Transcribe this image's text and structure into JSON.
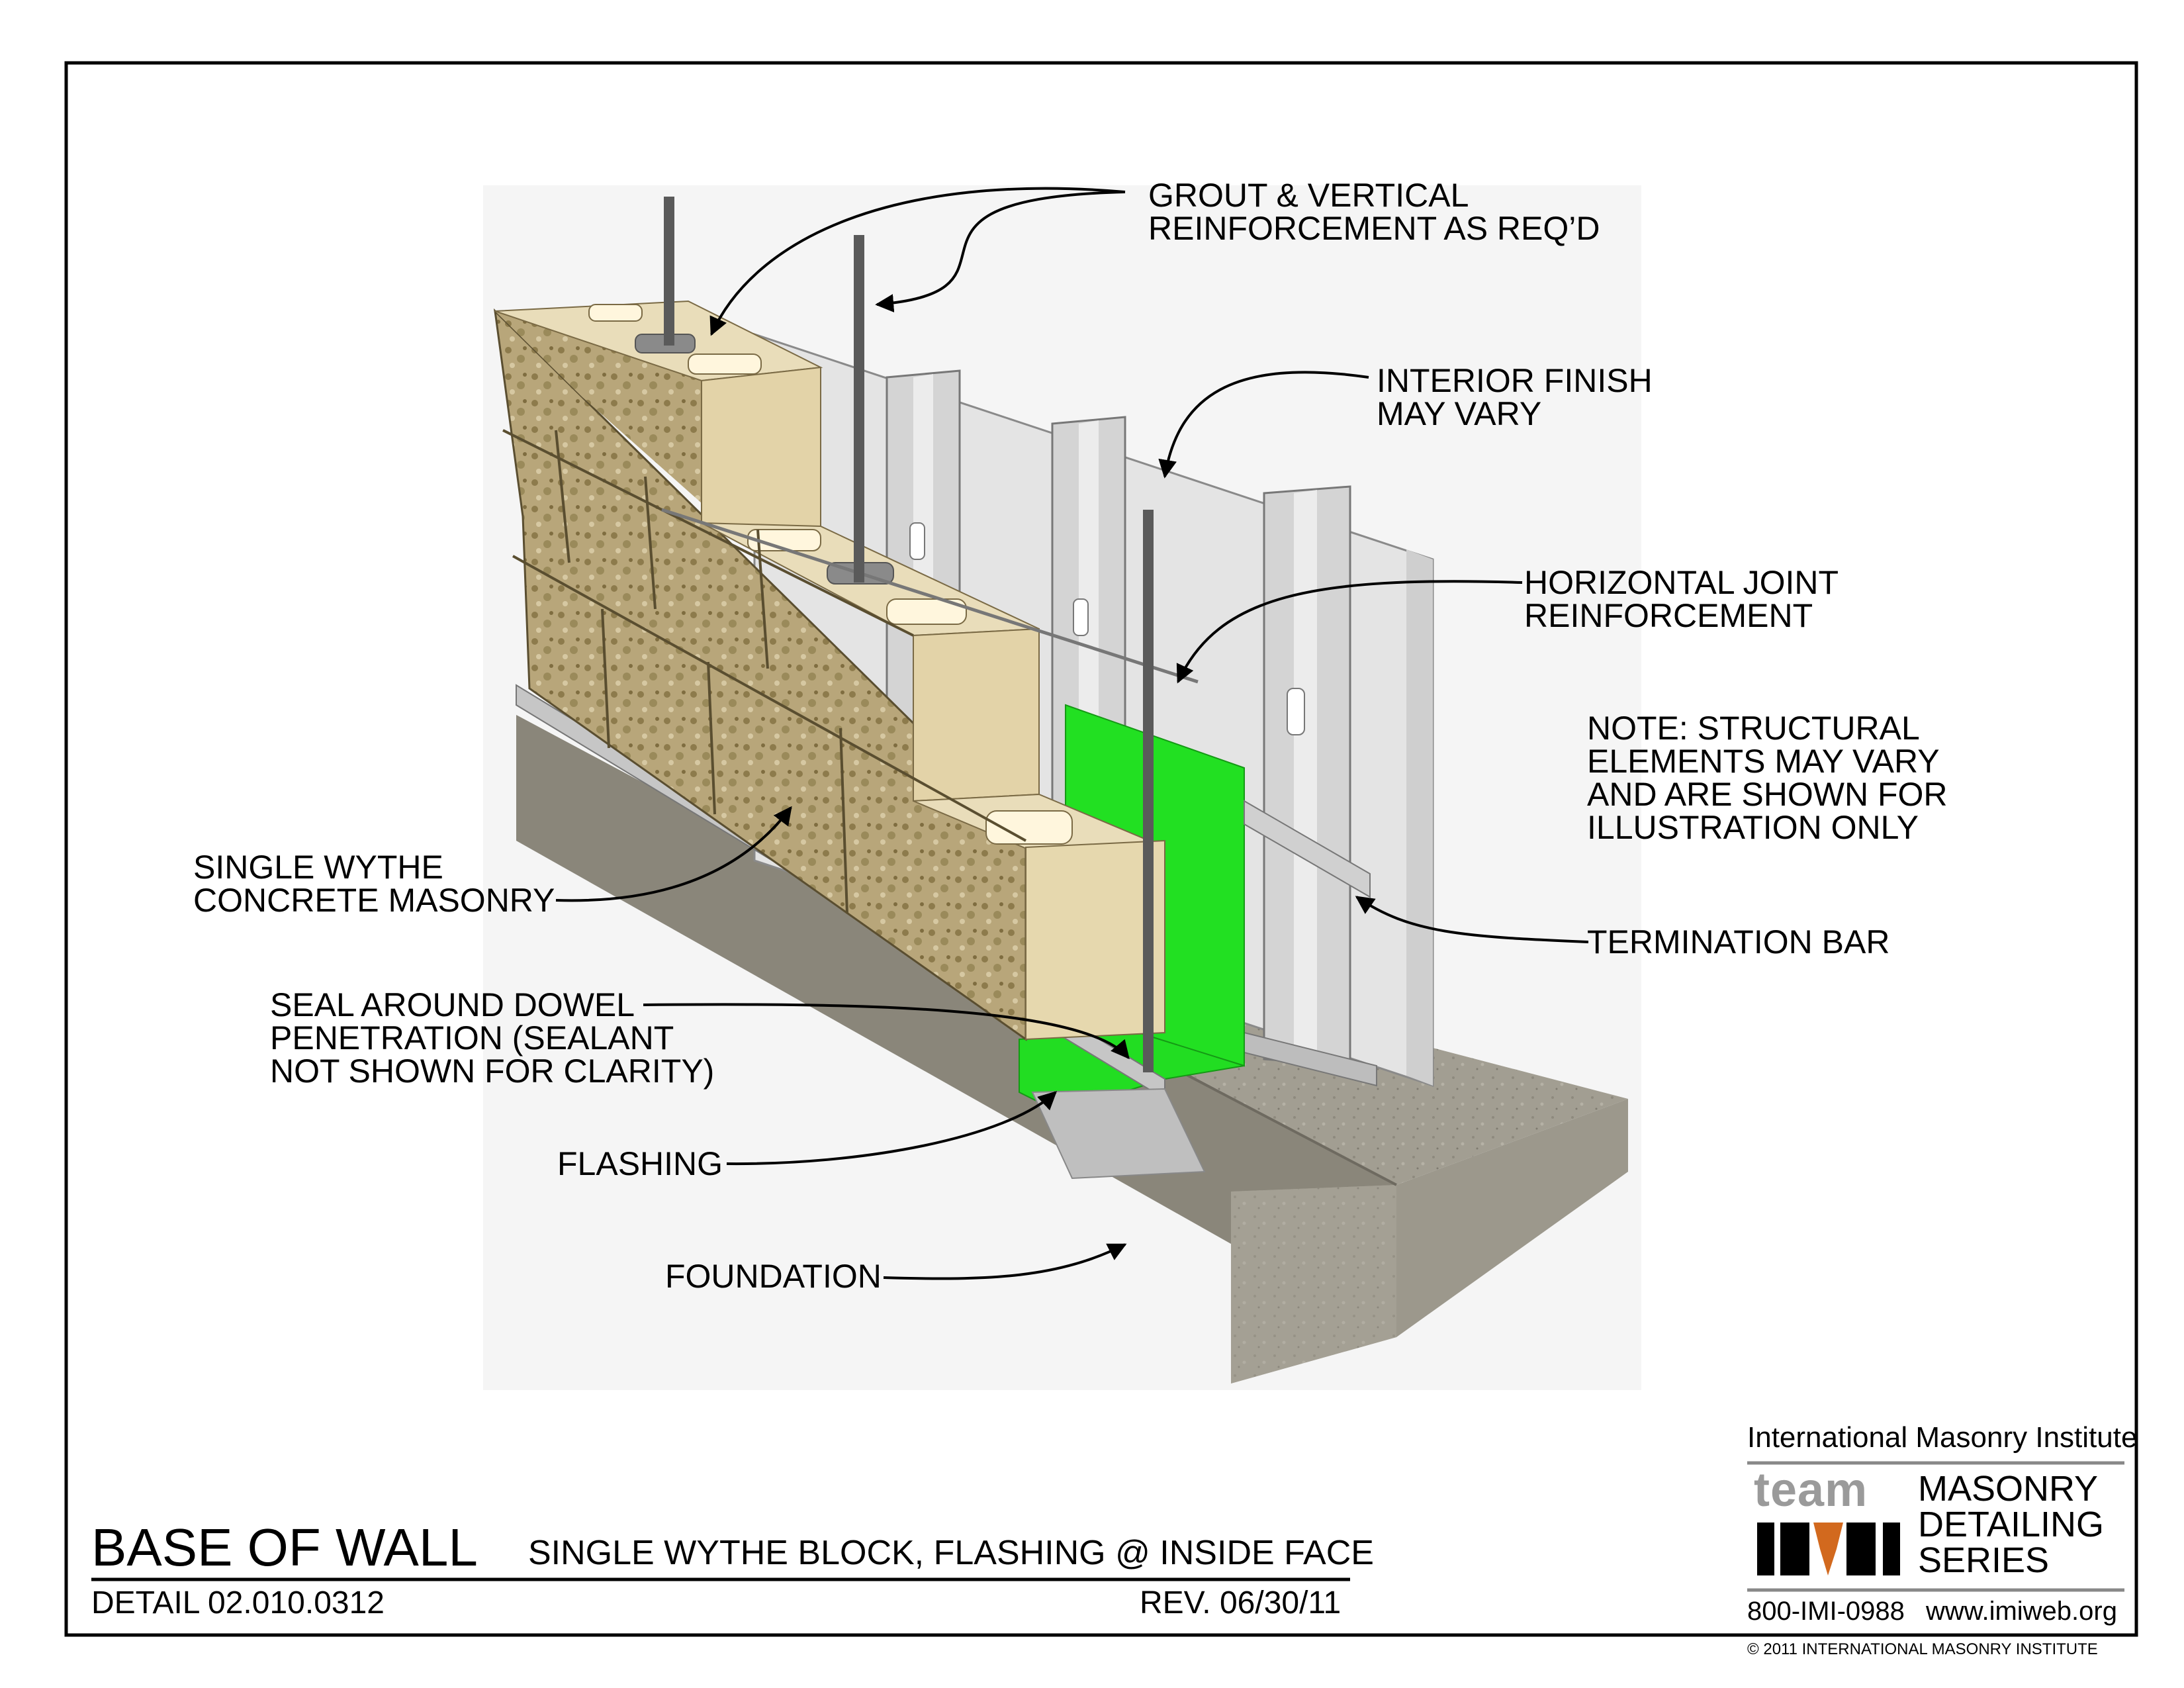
{
  "callouts": {
    "grout": [
      "GROUT & VERTICAL",
      "REINFORCEMENT AS REQ’D"
    ],
    "interior_finish": [
      "INTERIOR FINISH",
      "MAY VARY"
    ],
    "horizontal_joint": [
      "HORIZONTAL JOINT",
      "REINFORCEMENT"
    ],
    "note": [
      "NOTE: STRUCTURAL",
      "ELEMENTS MAY VARY",
      "AND ARE SHOWN FOR",
      "ILLUSTRATION ONLY"
    ],
    "termination_bar": [
      "TERMINATION BAR"
    ],
    "single_wythe": [
      "SINGLE WYTHE",
      "CONCRETE MASONRY"
    ],
    "seal_dowel": [
      "SEAL  AROUND DOWEL",
      "PENETRATION (SEALANT",
      "NOT SHOWN FOR CLARITY)"
    ],
    "flashing": [
      "FLASHING"
    ],
    "foundation": [
      "FOUNDATION"
    ]
  },
  "title_block": {
    "title": "BASE OF WALL",
    "subtitle": "SINGLE WYTHE BLOCK, FLASHING @ INSIDE FACE",
    "detail": "DETAIL 02.010.0312",
    "revision": "REV. 06/30/11"
  },
  "logo": {
    "institute": "International Masonry Institute",
    "team_word": "team",
    "series": [
      "MASONRY",
      "DETAILING",
      "SERIES"
    ],
    "phone": "800-IMI-0988",
    "website": "www.imiweb.org"
  },
  "copyright": "© 2011 INTERNATIONAL MASONRY INSTITUTE",
  "colors": {
    "flashing_green": "#22e022",
    "block_face": "#b5a47a",
    "block_core": "#eadcb8",
    "concrete": "#9e9a8e",
    "finish_panel": "#e6e6e6",
    "stud": "#d2d2d2",
    "rebar": "#555555"
  }
}
